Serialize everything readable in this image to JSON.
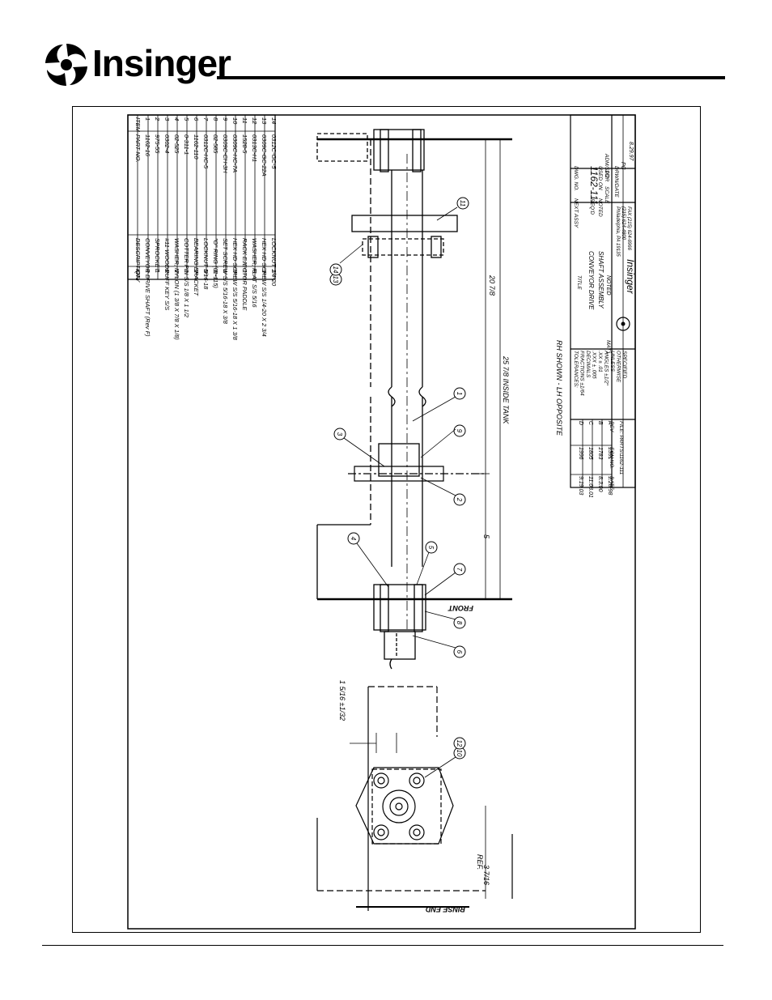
{
  "brand": {
    "name": "Insinger"
  },
  "bom": {
    "headers": [
      "ITEM",
      "PART NO.",
      "DESCRIPTION",
      "QTY"
    ],
    "rows": [
      [
        "1",
        "1162-16",
        "CONVEYOR DRIVE SHAFT (Rev F)",
        "1"
      ],
      [
        "2",
        "975-55",
        "SPROCKET",
        "1"
      ],
      [
        "3",
        "0302-4",
        "#11 WOODRUFF KEY S/S",
        "2"
      ],
      [
        "4",
        "02-525",
        "WASHER, NYLON (1 3/8 X 7/8 X 1/8)",
        "2"
      ],
      [
        "5",
        "0-311-1",
        "COTTER PIN S/S 1/8 X 1 1/2",
        "1"
      ],
      [
        "6",
        "1162-110",
        "BEARING BRACKET",
        "2"
      ],
      [
        "7",
        "0312C-HC-5",
        "LOCKNUT 5/16-18",
        "8"
      ],
      [
        "8",
        "02-585",
        "\"O\" RING (01-115)",
        "1"
      ],
      [
        "9",
        "0309C-CH-3H",
        "SET SCREW S/S 5/16-18 X 3/8",
        "1"
      ],
      [
        "10",
        "0309C-HC-7A",
        "HEX HD SCREW S/S 5/16-18 X 1 3/8",
        "8"
      ],
      [
        "11",
        "1528-5",
        "RACK EJECTOR PADDLE",
        "1"
      ],
      [
        "12",
        "0313C-H1",
        "WASHER, FLAT S/S 5/16",
        "8"
      ],
      [
        "13",
        "0309C-GC-22A",
        "HEX HD SCREW S/S 1/4-20 X 2 3/4",
        "1"
      ],
      [
        "14",
        "0312C-GC-5",
        "LOCKNUT 1/4-20",
        "1"
      ]
    ]
  },
  "drawing": {
    "dimensions": [
      "20 7/8",
      "25 7/8 INSIDE TANK",
      "5",
      "1 5/16 ±1/32",
      "3 7/16",
      "REF."
    ],
    "labels": [
      "FRONT",
      "RINSE END"
    ],
    "note": "RH SHOWN - LH OPPOSITE",
    "balloons": [
      "1",
      "2",
      "3",
      "4",
      "5",
      "7",
      "8",
      "6",
      "9",
      "11",
      "13",
      "14",
      "10",
      "12"
    ]
  },
  "title_block": {
    "revisions": [
      [
        "D",
        "1996",
        "9.19.03"
      ],
      [
        "C",
        "1805",
        "11.08.01"
      ],
      [
        "B",
        "1783",
        "8.3.00"
      ],
      [
        "A",
        "1591",
        "1.28.98"
      ]
    ],
    "rev_headers": [
      "REV",
      "ECN NO.",
      "DATE"
    ],
    "file": "FILE: PARTS\\1162-111",
    "tolerances": [
      "TOLERANCES:",
      "FRACTIONS ±1/64",
      "DECIMALS",
      ".XXX ± .005",
      ".XX ± .01",
      "ANGLES ±1/2°",
      "UNLESS",
      "OTHERWISE",
      "SPECIFIED"
    ],
    "title_label": "TITLE",
    "title_lines": [
      "CONVEYOR DRIVE",
      "SHAFT ASSEMBLY"
    ],
    "matl_label": "MAT'L",
    "matl_value": "NOTED",
    "company": "Insinger",
    "address": [
      "Philadelphia, PA 19135",
      "(215) 624-4800",
      "FAX (215) 624-6966"
    ],
    "next_assy": "NEXT ASSY",
    "reqd": "REQ'D",
    "noted": "NOTED",
    "dwg_label": "DWG. NO.",
    "dwg_no": "1162-111",
    "scale_label": "SCALE",
    "scale": "1/2",
    "used_on_label": "USED ON",
    "used_on": "ADM/SPDR",
    "drawn_label": "DRWN/DATE",
    "drawn_by": "PC",
    "drawn_date": "8.29.97"
  }
}
